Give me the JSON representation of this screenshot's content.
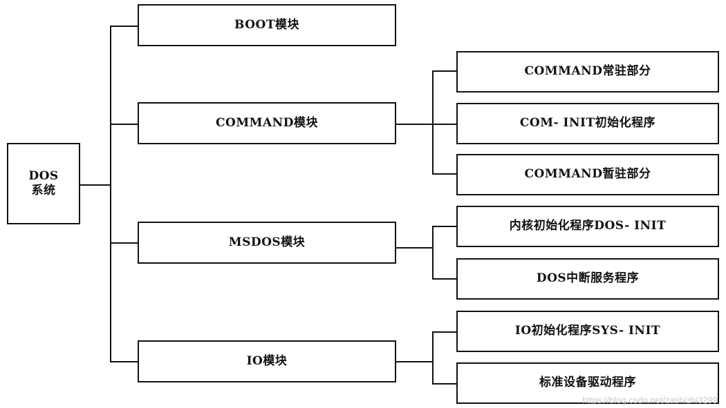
{
  "root": {
    "line1": "DOS",
    "line2": "系统"
  },
  "modules": {
    "boot": "BOOT模块",
    "command": "COMMAND模块",
    "msdos": "MSDOS模块",
    "io": "IO模块"
  },
  "command_parts": {
    "resident": "COMMAND常驻部分",
    "init": "COM- INIT初始化程序",
    "transient": "COMMAND暂驻部分"
  },
  "msdos_parts": {
    "kernel_init": "内核初始化程序DOS- INIT",
    "interrupt_service": "DOS中断服务程序"
  },
  "io_parts": {
    "io_init": "IO初始化程序SYS- INIT",
    "device_driver": "标准设备驱动程序"
  },
  "watermark": "https://blog.csdn.net/zashizhi3299"
}
